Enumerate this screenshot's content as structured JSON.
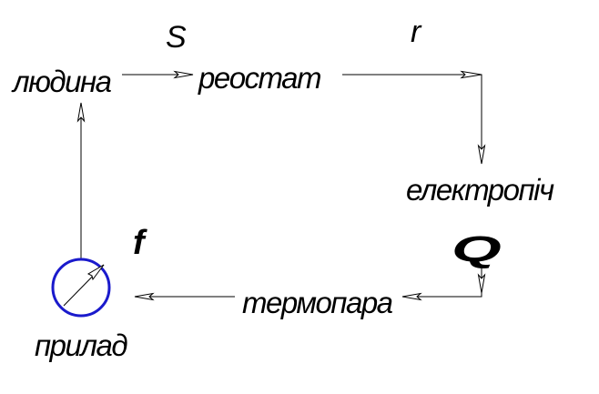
{
  "nodes": {
    "person": "людина",
    "rheostat": "реостат",
    "furnace": "електропіч",
    "thermocouple": "термопара",
    "device": "прилад"
  },
  "signals": {
    "s": "S",
    "r": "r",
    "q": "Q",
    "f": "f"
  },
  "colors": {
    "line": "#000000",
    "device_ring": "#1a1acc",
    "background": "#ffffff"
  },
  "icons": {
    "device": "dial-gauge-icon"
  }
}
